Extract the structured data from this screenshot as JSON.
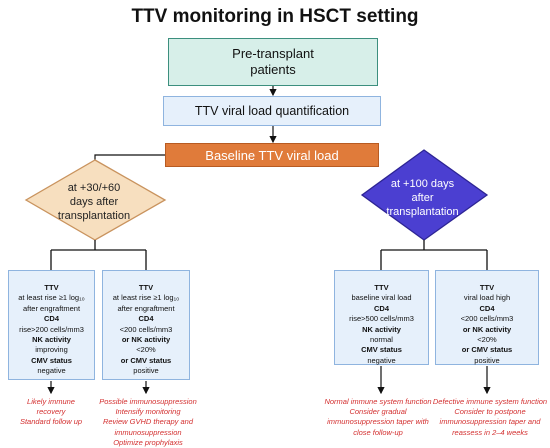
{
  "title": "TTV monitoring in HSCT setting",
  "nodes": {
    "pre_transplant": [
      "Pre-transplant",
      "patients"
    ],
    "quantification": "TTV viral load quantification",
    "baseline": "Baseline TTV viral load",
    "decision_left": [
      "at +30/+60",
      "days after",
      "transplantation"
    ],
    "decision_right": [
      "at +100 days",
      "after",
      "transplantation"
    ]
  },
  "cards": [
    {
      "lines": [
        "TTV",
        "at least rise ≥1 log₁₀",
        "after engraftment",
        "CD4",
        "rise>200 cells/mm3",
        "NK activity",
        "improving",
        "CMV status",
        "negative"
      ],
      "bold": [
        0,
        3,
        5,
        7
      ]
    },
    {
      "lines": [
        "TTV",
        "at least rise ≥1 log₁₀",
        "after engraftment",
        "CD4",
        "<200 cells/mm3",
        "or NK activity",
        "<20%",
        "or CMV status",
        "positive"
      ],
      "bold": [
        0,
        3,
        5,
        7
      ]
    },
    {
      "lines": [
        "TTV",
        "baseline viral load",
        "CD4",
        "rise>500 cells/mm3",
        "NK activity",
        "normal",
        "CMV status",
        "negative"
      ],
      "bold": [
        0,
        2,
        4,
        6
      ]
    },
    {
      "lines": [
        "TTV",
        "viral load high",
        "CD4",
        "<200 cells/mm3",
        "or NK activity",
        "<20%",
        "or CMV status",
        "positive"
      ],
      "bold": [
        0,
        2,
        4,
        6
      ]
    }
  ],
  "outcomes": [
    [
      "Likely immune",
      "recovery",
      "Standard follow up"
    ],
    [
      "Possible immunosuppression",
      "Intensify monitoring",
      "Review GVHD therapy and",
      "immunosuppression",
      "Optimize prophylaxis"
    ],
    [
      "Normal immune system function",
      "Consider gradual",
      "immunosuppression taper with",
      "close follow-up"
    ],
    [
      "Defective immune system function",
      "Consider to postpone",
      "immunosuppression taper and",
      "reassess in 2–4 weeks"
    ]
  ],
  "colors": {
    "pre_fill": "#d7efe9",
    "quant_fill": "#e6f0fb",
    "baseline_fill": "#e07b3a",
    "decision_left_fill": "#f7dfbf",
    "decision_right_fill": "#4b3fd1",
    "outcome_text": "#d32f2f"
  }
}
